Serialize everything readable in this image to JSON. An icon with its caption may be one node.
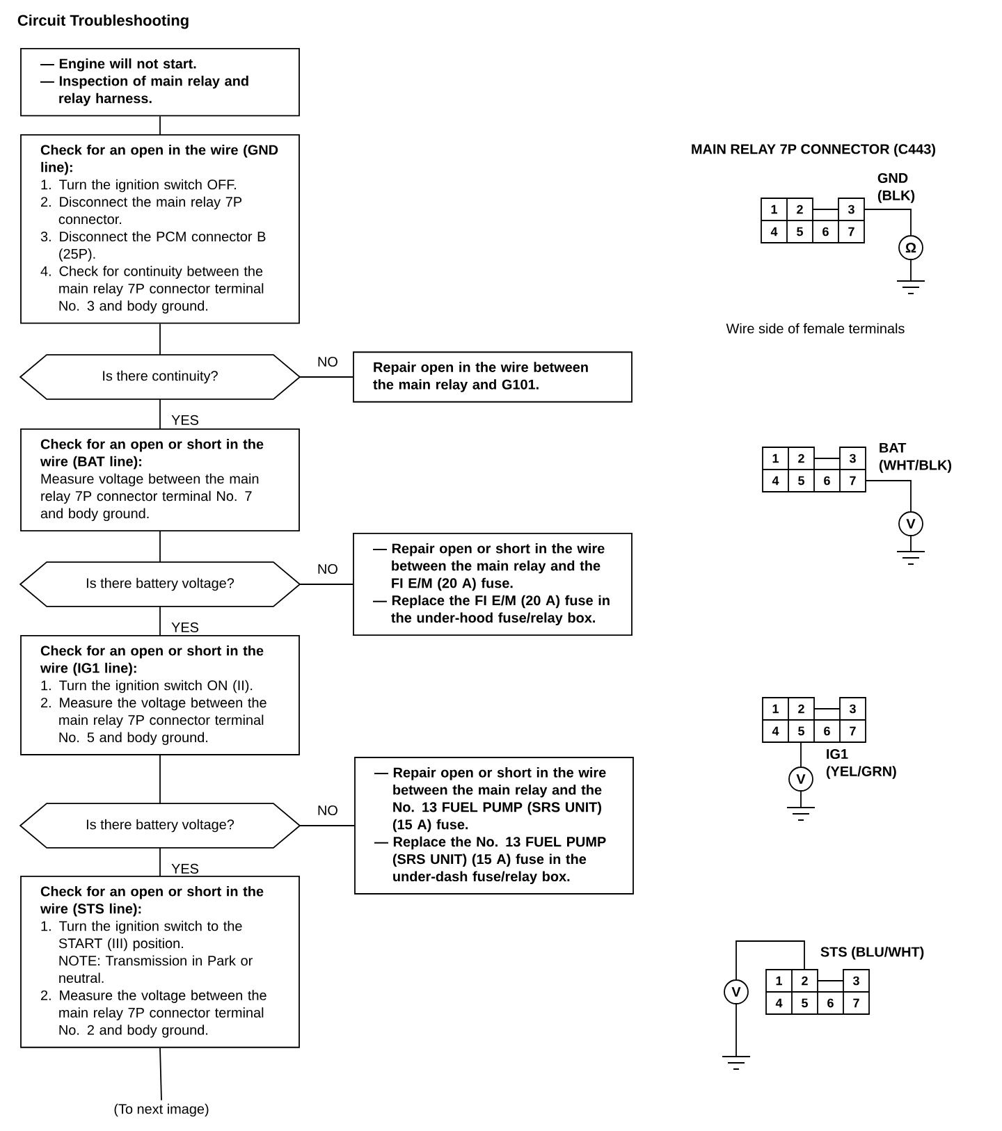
{
  "diagram": {
    "title": "Circuit Troubleshooting",
    "nodes": [
      {
        "text": [
          "— Engine will not start.",
          "— Inspection of main relay and relay harness."
        ]
      },
      {
        "text": [
          "Check for an open in the wire (GND line):",
          "1. Turn the ignition switch OFF.",
          "2. Disconnect the main relay 7P connector.",
          "3. Disconnect the PCM connector B (25P).",
          "4. Check for continuity between the main relay 7P connector terminal No. 3 and body ground."
        ]
      },
      {
        "text": [
          "Is there continuity?"
        ]
      },
      {
        "text": [
          "Repair open in the wire between the main relay and G101."
        ]
      },
      {
        "text": [
          "Check for an open or short in the wire (BAT line):",
          "Measure voltage between the main relay 7P connector terminal No. 7 and body ground."
        ]
      },
      {
        "text": [
          "Is there battery voltage?"
        ]
      },
      {
        "text": [
          "— Repair open or short in the wire between the main relay and the FI E/M (20 A) fuse.",
          "— Replace the FI E/M (20 A) fuse in the under-hood fuse/relay box."
        ]
      },
      {
        "text": [
          "Check for an open or short in the wire (IG1 line):",
          "1. Turn the ignition switch ON (II).",
          "2. Measure the voltage between the main relay 7P connector terminal No. 5 and body ground."
        ]
      },
      {
        "text": [
          "Is there battery voltage?"
        ]
      },
      {
        "text": [
          "— Repair open or short in the wire between the main relay and the No. 13 FUEL PUMP (SRS UNIT) (15 A) fuse.",
          "— Replace the No. 13 FUEL PUMP (SRS UNIT) (15 A) fuse in the under-dash fuse/relay box."
        ]
      },
      {
        "text": [
          "Check for an open or short in the wire (STS line):",
          "1. Turn the ignition switch to the START (III) position.",
          "NOTE: Transmission in Park or neutral.",
          "2. Measure the voltage between the main relay 7P connector terminal No. 2 and body ground."
        ]
      },
      {
        "text": [
          "(To next image)"
        ]
      }
    ],
    "edges": [
      {
        "from": 0,
        "to": 1,
        "arrow": "none"
      },
      {
        "from": 1,
        "to": 2,
        "arrow": "none"
      },
      {
        "from": 2,
        "to": 3,
        "arrow": "none",
        "label": "NO"
      },
      {
        "from": 2,
        "to": 4,
        "arrow": "none",
        "label": "YES"
      },
      {
        "from": 4,
        "to": 5,
        "arrow": "none"
      },
      {
        "from": 5,
        "to": 6,
        "arrow": "none",
        "label": "NO"
      },
      {
        "from": 5,
        "to": 7,
        "arrow": "none",
        "label": "YES"
      },
      {
        "from": 7,
        "to": 8,
        "arrow": "none"
      },
      {
        "from": 8,
        "to": 9,
        "arrow": "none",
        "label": "NO"
      },
      {
        "from": 8,
        "to": 10,
        "arrow": "none",
        "label": "YES"
      },
      {
        "from": 10,
        "to": 11,
        "arrow": "none"
      }
    ],
    "labels": [
      "MAIN RELAY 7P CONNECTOR (C443)",
      "GND (BLK)",
      "1",
      "2",
      "3",
      "4",
      "5",
      "6",
      "7",
      "Ω",
      "Wire side of female terminals",
      "BAT (WHT/BLK)",
      "1",
      "2",
      "3",
      "4",
      "5",
      "6",
      "7",
      "V",
      "1",
      "2",
      "3",
      "4",
      "5",
      "6",
      "7",
      "IG1 (YEL/GRN)",
      "V",
      "STS (BLU/WHT)",
      "V",
      "1",
      "2",
      "3",
      "4",
      "5",
      "6",
      "7"
    ]
  }
}
